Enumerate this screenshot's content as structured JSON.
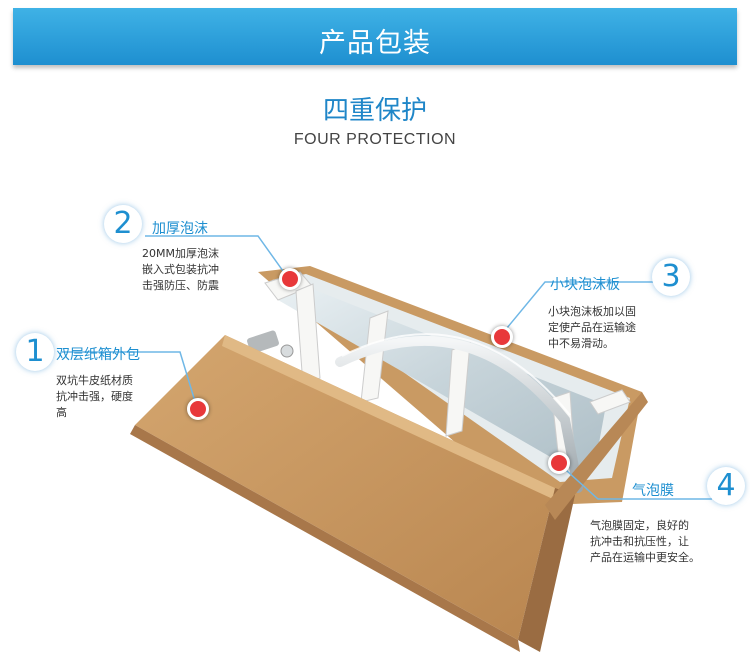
{
  "banner": {
    "title": "产品包装"
  },
  "section": {
    "title": "四重保护",
    "subtitle": "FOUR PROTECTION"
  },
  "callouts": [
    {
      "number": "1",
      "title": "双层纸箱外包",
      "desc": [
        "双坑牛皮纸材质",
        "抗冲击强，硬度",
        "高"
      ]
    },
    {
      "number": "2",
      "title": "加厚泡沫",
      "desc": [
        "20MM加厚泡沫",
        "嵌入式包装抗冲",
        "击强防压、防震"
      ]
    },
    {
      "number": "3",
      "title": "小块泡沫板",
      "desc": [
        "小块泡沫板加以固",
        "定使产品在运输途",
        "中不易滑动。"
      ]
    },
    {
      "number": "4",
      "title": "气泡膜",
      "desc": [
        "气泡膜固定，良好的",
        "抗冲击和抗压性，让",
        "产品在运输中更安全。"
      ]
    }
  ],
  "colors": {
    "accent": "#1e8fd0",
    "banner": "#2a9fdc",
    "cardboard": "#c69560"
  }
}
